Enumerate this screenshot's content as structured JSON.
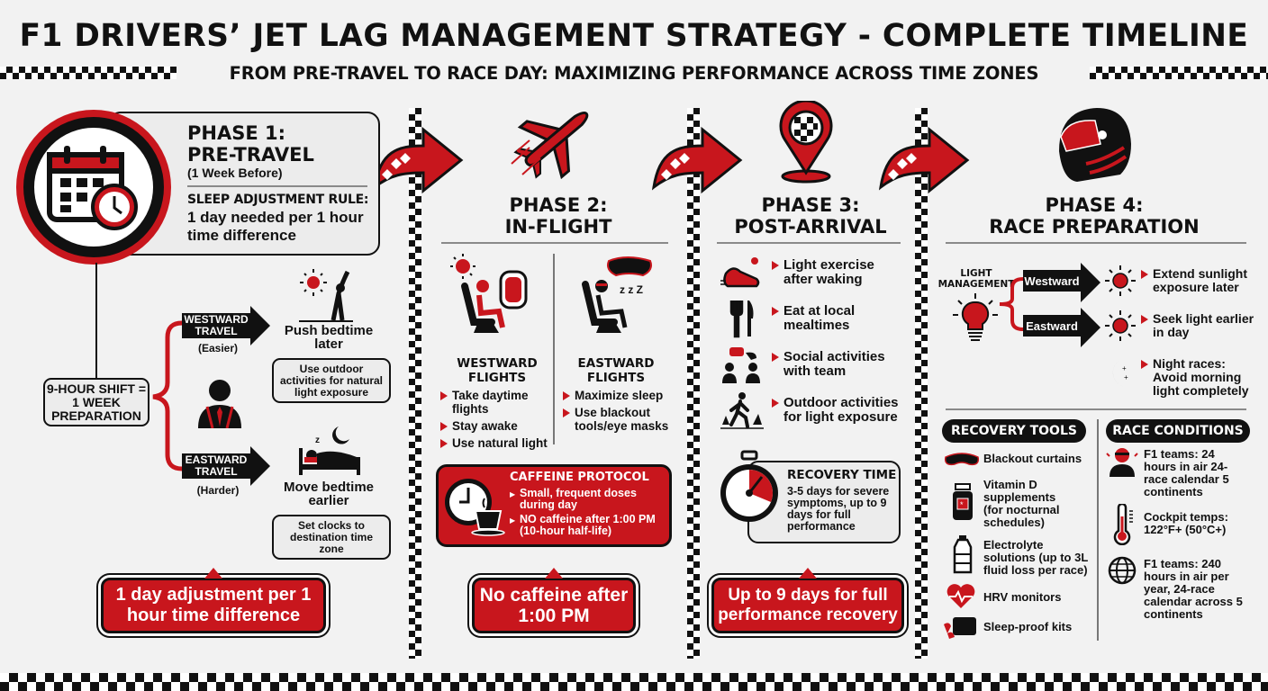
{
  "header": {
    "title": "F1 DRIVERS’ JET LAG MANAGEMENT STRATEGY - COMPLETE TIMELINE",
    "subtitle": "FROM PRE-TRAVEL TO RACE DAY: MAXIMIZING PERFORMANCE ACROSS TIME ZONES"
  },
  "colors": {
    "accent": "#c8161d",
    "dark": "#111111",
    "background": "#f2f2f2",
    "panel": "#ececec"
  },
  "phase1": {
    "icon": "calendar-clock-icon",
    "title_line1": "PHASE 1:",
    "title_line2": "PRE-TRAVEL",
    "timing": "(1 Week Before)",
    "rule_label": "SLEEP ADJUSTMENT RULE:",
    "rule_text": "1 day needed per 1 hour time difference",
    "shift_box": "9-HOUR SHIFT = 1 WEEK PREPARATION",
    "westward": {
      "label": "WESTWARD TRAVEL",
      "difficulty": "(Easier)",
      "action": "Push bedtime later",
      "tip": "Use outdoor activities for natural light exposure",
      "icon": "sun-stretching-person-icon"
    },
    "eastward": {
      "label": "EASTWARD TRAVEL",
      "difficulty": "(Harder)",
      "action": "Move bedtime earlier",
      "tip": "Set clocks to destination time zone",
      "icon": "sleeping-bed-moon-icon"
    },
    "person_icon": "driver-avatar-icon",
    "callout": "1 day adjustment per 1 hour time difference"
  },
  "phase2": {
    "icon": "airplane-icon",
    "title_line1": "PHASE 2:",
    "title_line2": "IN-FLIGHT",
    "westward": {
      "title_line1": "WESTWARD",
      "title_line2": "FLIGHTS",
      "items": [
        "Take daytime flights",
        "Stay awake",
        "Use natural light"
      ],
      "icon": "awake-passenger-icon"
    },
    "eastward": {
      "title_line1": "EASTWARD",
      "title_line2": "FLIGHTS",
      "items": [
        "Maximize sleep",
        "Use blackout tools/eye masks"
      ],
      "icon": "sleeping-passenger-icon"
    },
    "caffeine": {
      "title": "CAFFEINE PROTOCOL",
      "items": [
        "Small, frequent doses during day",
        "NO caffeine after 1:00 PM (10-hour half-life)"
      ],
      "icon": "clock-coffee-icon"
    },
    "callout": "No caffeine after 1:00 PM"
  },
  "phase3": {
    "icon": "checkered-map-pin-icon",
    "title_line1": "PHASE 3:",
    "title_line2": "POST-ARRIVAL",
    "items": [
      {
        "text": "Light exercise after waking",
        "icon": "running-shoe-icon"
      },
      {
        "text": "Eat at local mealtimes",
        "icon": "fork-knife-icon"
      },
      {
        "text": "Social activities with team",
        "icon": "team-chat-icon"
      },
      {
        "text": "Outdoor activities for light exposure",
        "icon": "walking-outdoors-icon"
      }
    ],
    "recovery": {
      "title": "RECOVERY TIME",
      "text": "3-5 days for severe symptoms, up to 9 days for full performance",
      "icon": "stopwatch-icon"
    },
    "callout": "Up to 9 days for full performance recovery"
  },
  "phase4": {
    "icon": "racing-helmet-icon",
    "title_line1": "PHASE 4:",
    "title_line2": "RACE PREPARATION",
    "light_management": {
      "label": "LIGHT MANAGEMENT",
      "westward": {
        "label": "Westward",
        "text": "Extend sunlight exposure later"
      },
      "eastward": {
        "label": "Eastward",
        "text": "Seek light earlier in day"
      },
      "night": {
        "text": "Night races: Avoid morning light completely"
      }
    },
    "recovery_tools": {
      "title": "RECOVERY TOOLS",
      "items": [
        {
          "text": "Blackout curtains",
          "icon": "eye-mask-icon"
        },
        {
          "text": "Vitamin D supplements (for nocturnal schedules)",
          "icon": "pill-bottle-icon"
        },
        {
          "text": "Electrolyte solutions (up to 3L fluid loss per race)",
          "icon": "water-bottle-icon"
        },
        {
          "text": "HRV monitors",
          "icon": "heart-rate-icon"
        },
        {
          "text": "Sleep-proof kits",
          "icon": "pillow-earplugs-icon"
        }
      ]
    },
    "race_conditions": {
      "title": "RACE CONDITIONS",
      "items": [
        {
          "text": "F1 teams: 24 hours in air 24-race calendar 5 continents",
          "icon": "team-member-icon"
        },
        {
          "text": "Cockpit temps: 122°F+ (50°C+)",
          "icon": "thermometer-icon"
        },
        {
          "text": "F1 teams: 240 hours in air per year, 24-race calendar across 5 continents",
          "icon": "globe-icon"
        }
      ]
    }
  }
}
